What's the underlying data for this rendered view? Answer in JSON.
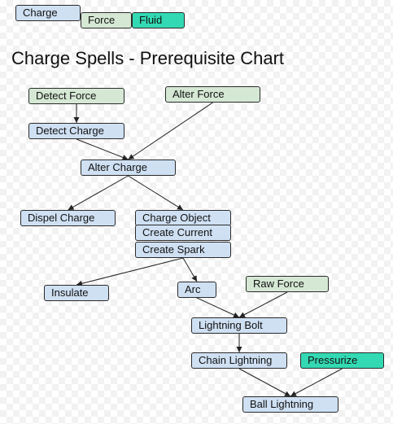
{
  "legend": {
    "charge": "Charge",
    "force": "Force",
    "fluid": "Fluid"
  },
  "title": "Charge Spells - Prerequisite Chart",
  "colors": {
    "charge": "#cfe0f3",
    "force": "#d5e8d4",
    "fluid": "#33d9b2",
    "border": "#2b2b2b",
    "edge": "#222222"
  },
  "nodes": {
    "detect_force": "Detect Force",
    "alter_force": "Alter Force",
    "detect_charge": "Detect Charge",
    "alter_charge": "Alter Charge",
    "dispel_charge": "Dispel Charge",
    "charge_object": "Charge Object",
    "create_current": "Create Current",
    "create_spark": "Create Spark",
    "insulate": "Insulate",
    "arc": "Arc",
    "raw_force": "Raw Force",
    "lightning_bolt": "Lightning Bolt",
    "chain_lightning": "Chain Lightning",
    "pressurize": "Pressurize",
    "ball_lightning": "Ball Lightning"
  },
  "edges": [
    {
      "from": "detect_force",
      "to": "detect_charge"
    },
    {
      "from": "detect_charge",
      "to": "alter_charge"
    },
    {
      "from": "alter_force",
      "to": "alter_charge"
    },
    {
      "from": "alter_charge",
      "to": "dispel_charge"
    },
    {
      "from": "alter_charge",
      "to": "charge_object"
    },
    {
      "from": "create_spark",
      "to": "insulate"
    },
    {
      "from": "create_spark",
      "to": "arc"
    },
    {
      "from": "arc",
      "to": "lightning_bolt"
    },
    {
      "from": "raw_force",
      "to": "lightning_bolt"
    },
    {
      "from": "lightning_bolt",
      "to": "chain_lightning"
    },
    {
      "from": "chain_lightning",
      "to": "ball_lightning"
    },
    {
      "from": "pressurize",
      "to": "ball_lightning"
    }
  ]
}
